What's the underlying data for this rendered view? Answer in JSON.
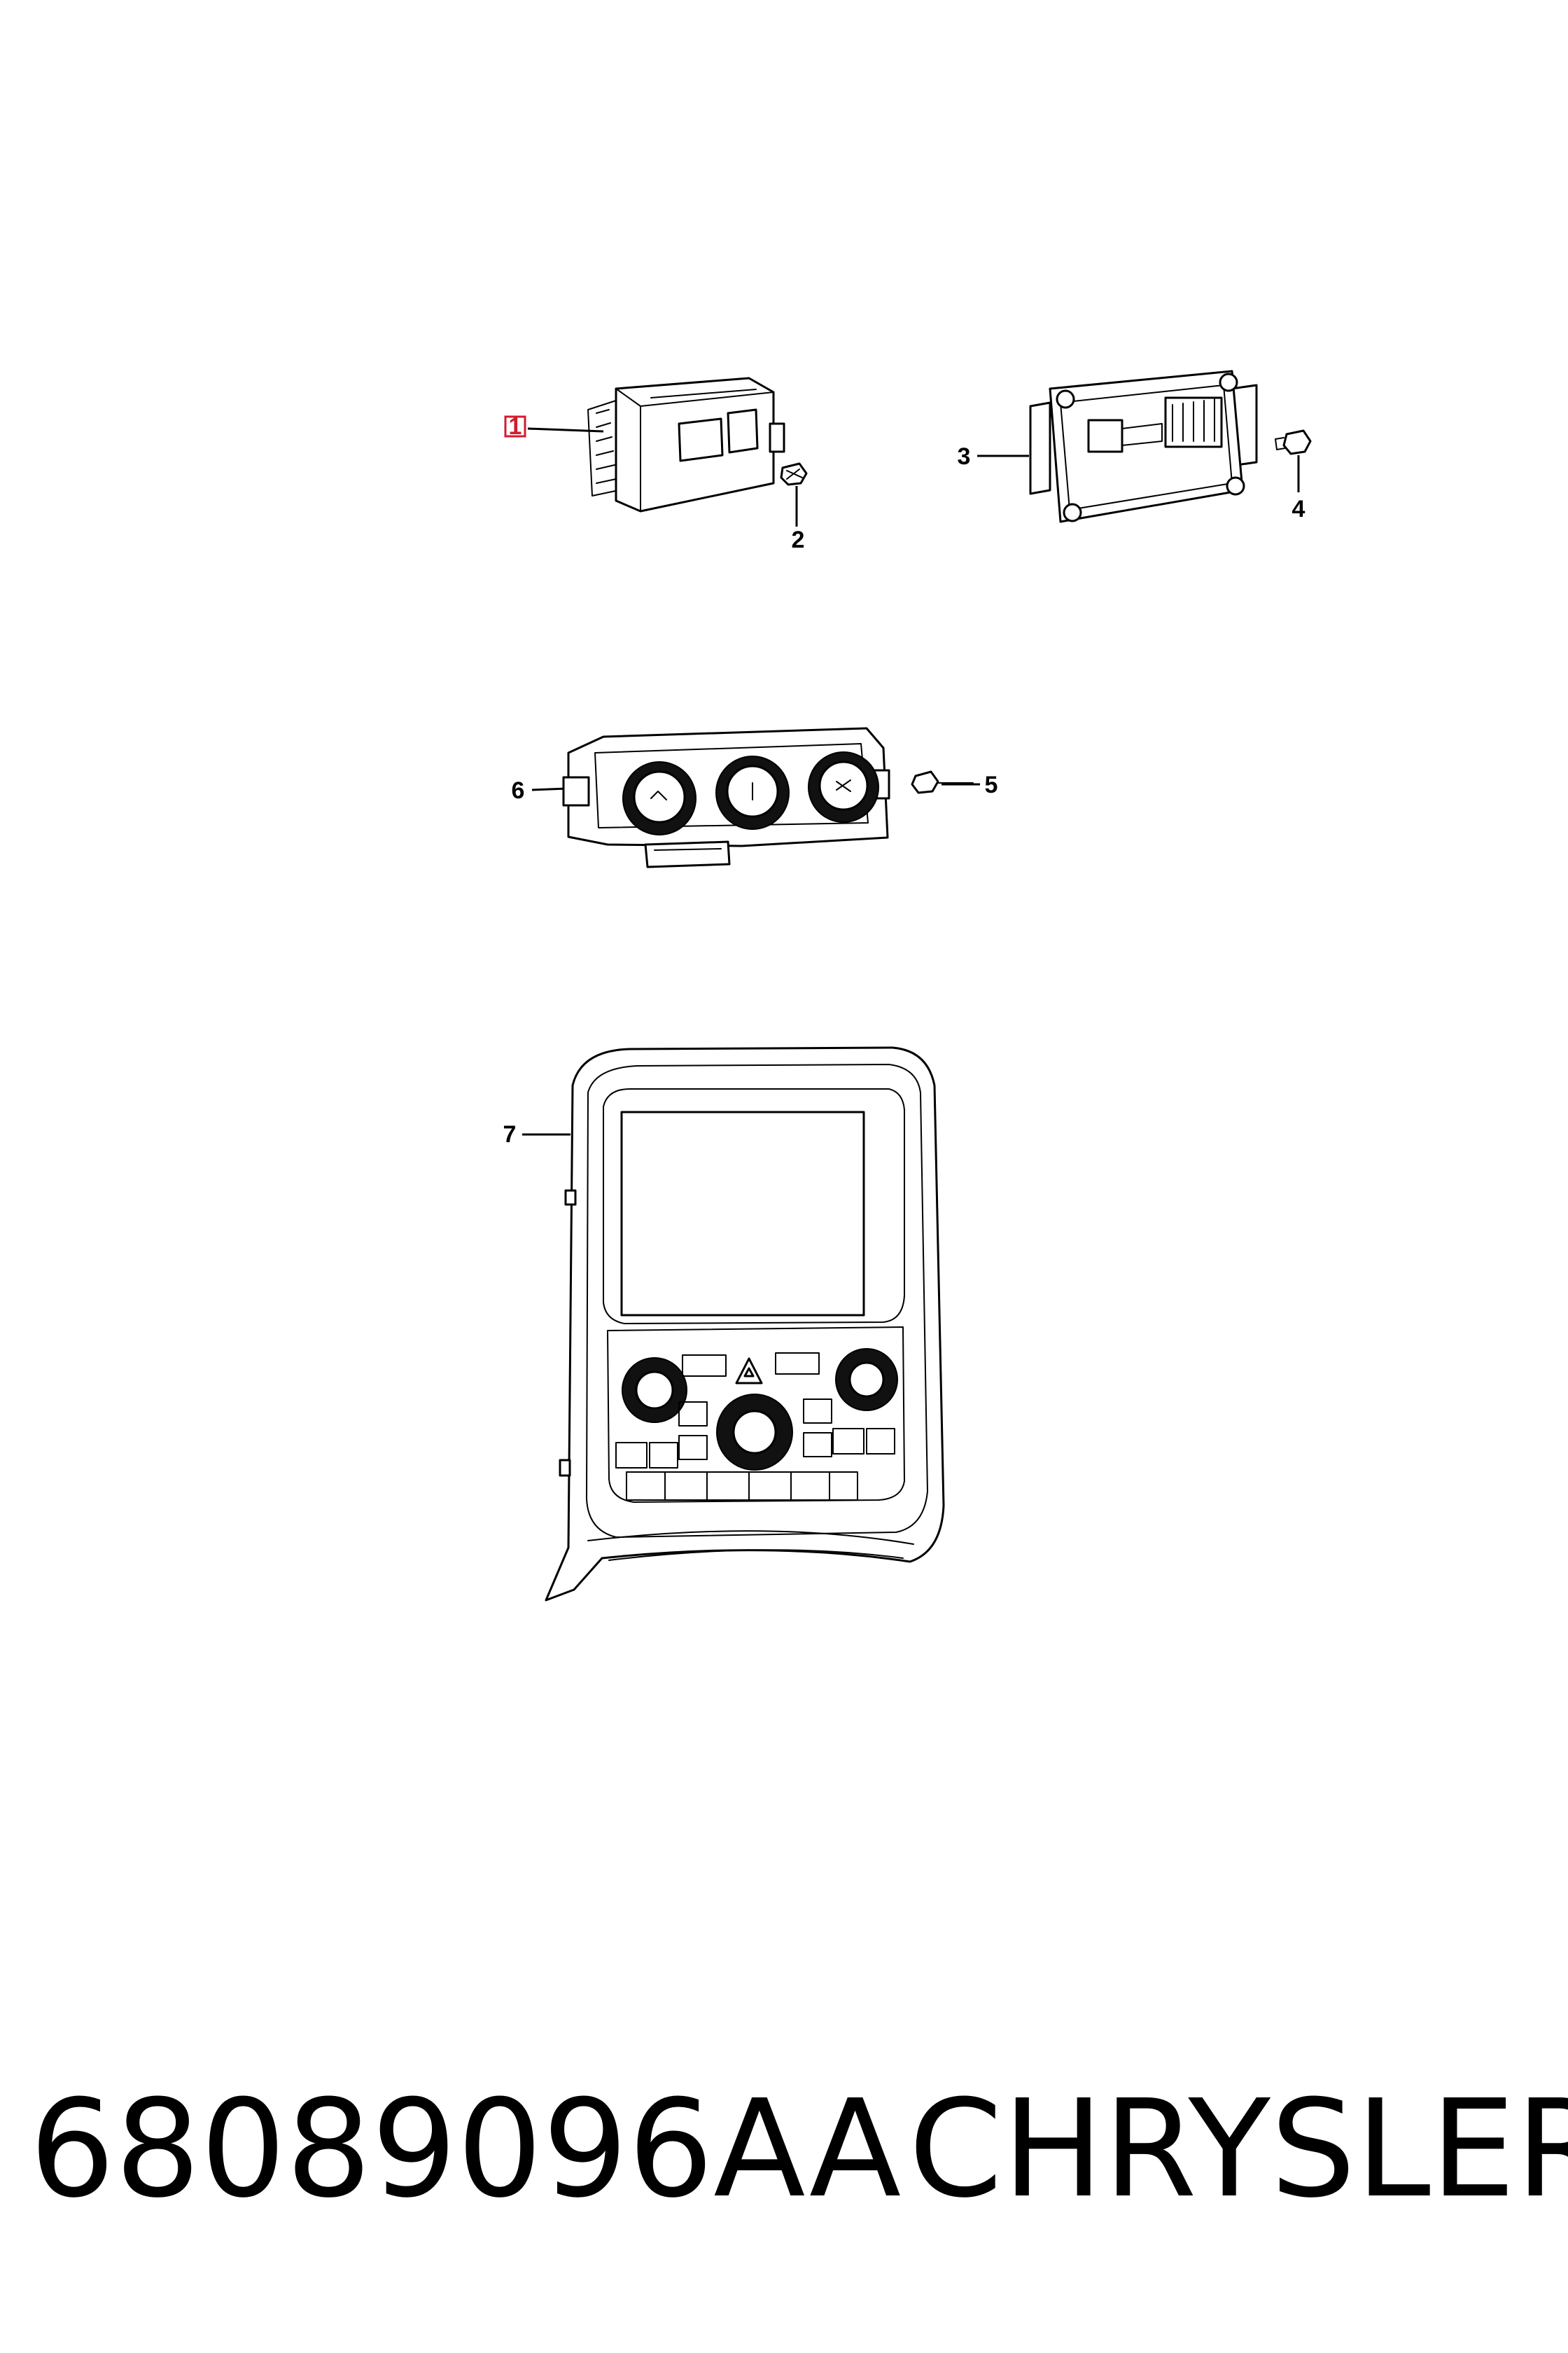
{
  "callouts": [
    {
      "id": "1",
      "label": "1",
      "highlighted": true
    },
    {
      "id": "2",
      "label": "2"
    },
    {
      "id": "3",
      "label": "3"
    },
    {
      "id": "4",
      "label": "4"
    },
    {
      "id": "5",
      "label": "5"
    },
    {
      "id": "6",
      "label": "6"
    },
    {
      "id": "7",
      "label": "7"
    }
  ],
  "footer": {
    "part_number": "68089096AA",
    "brand": "CHRYSLER"
  },
  "colors": {
    "highlight": "#d21c2c",
    "line": "#000000",
    "background": "#ffffff"
  }
}
